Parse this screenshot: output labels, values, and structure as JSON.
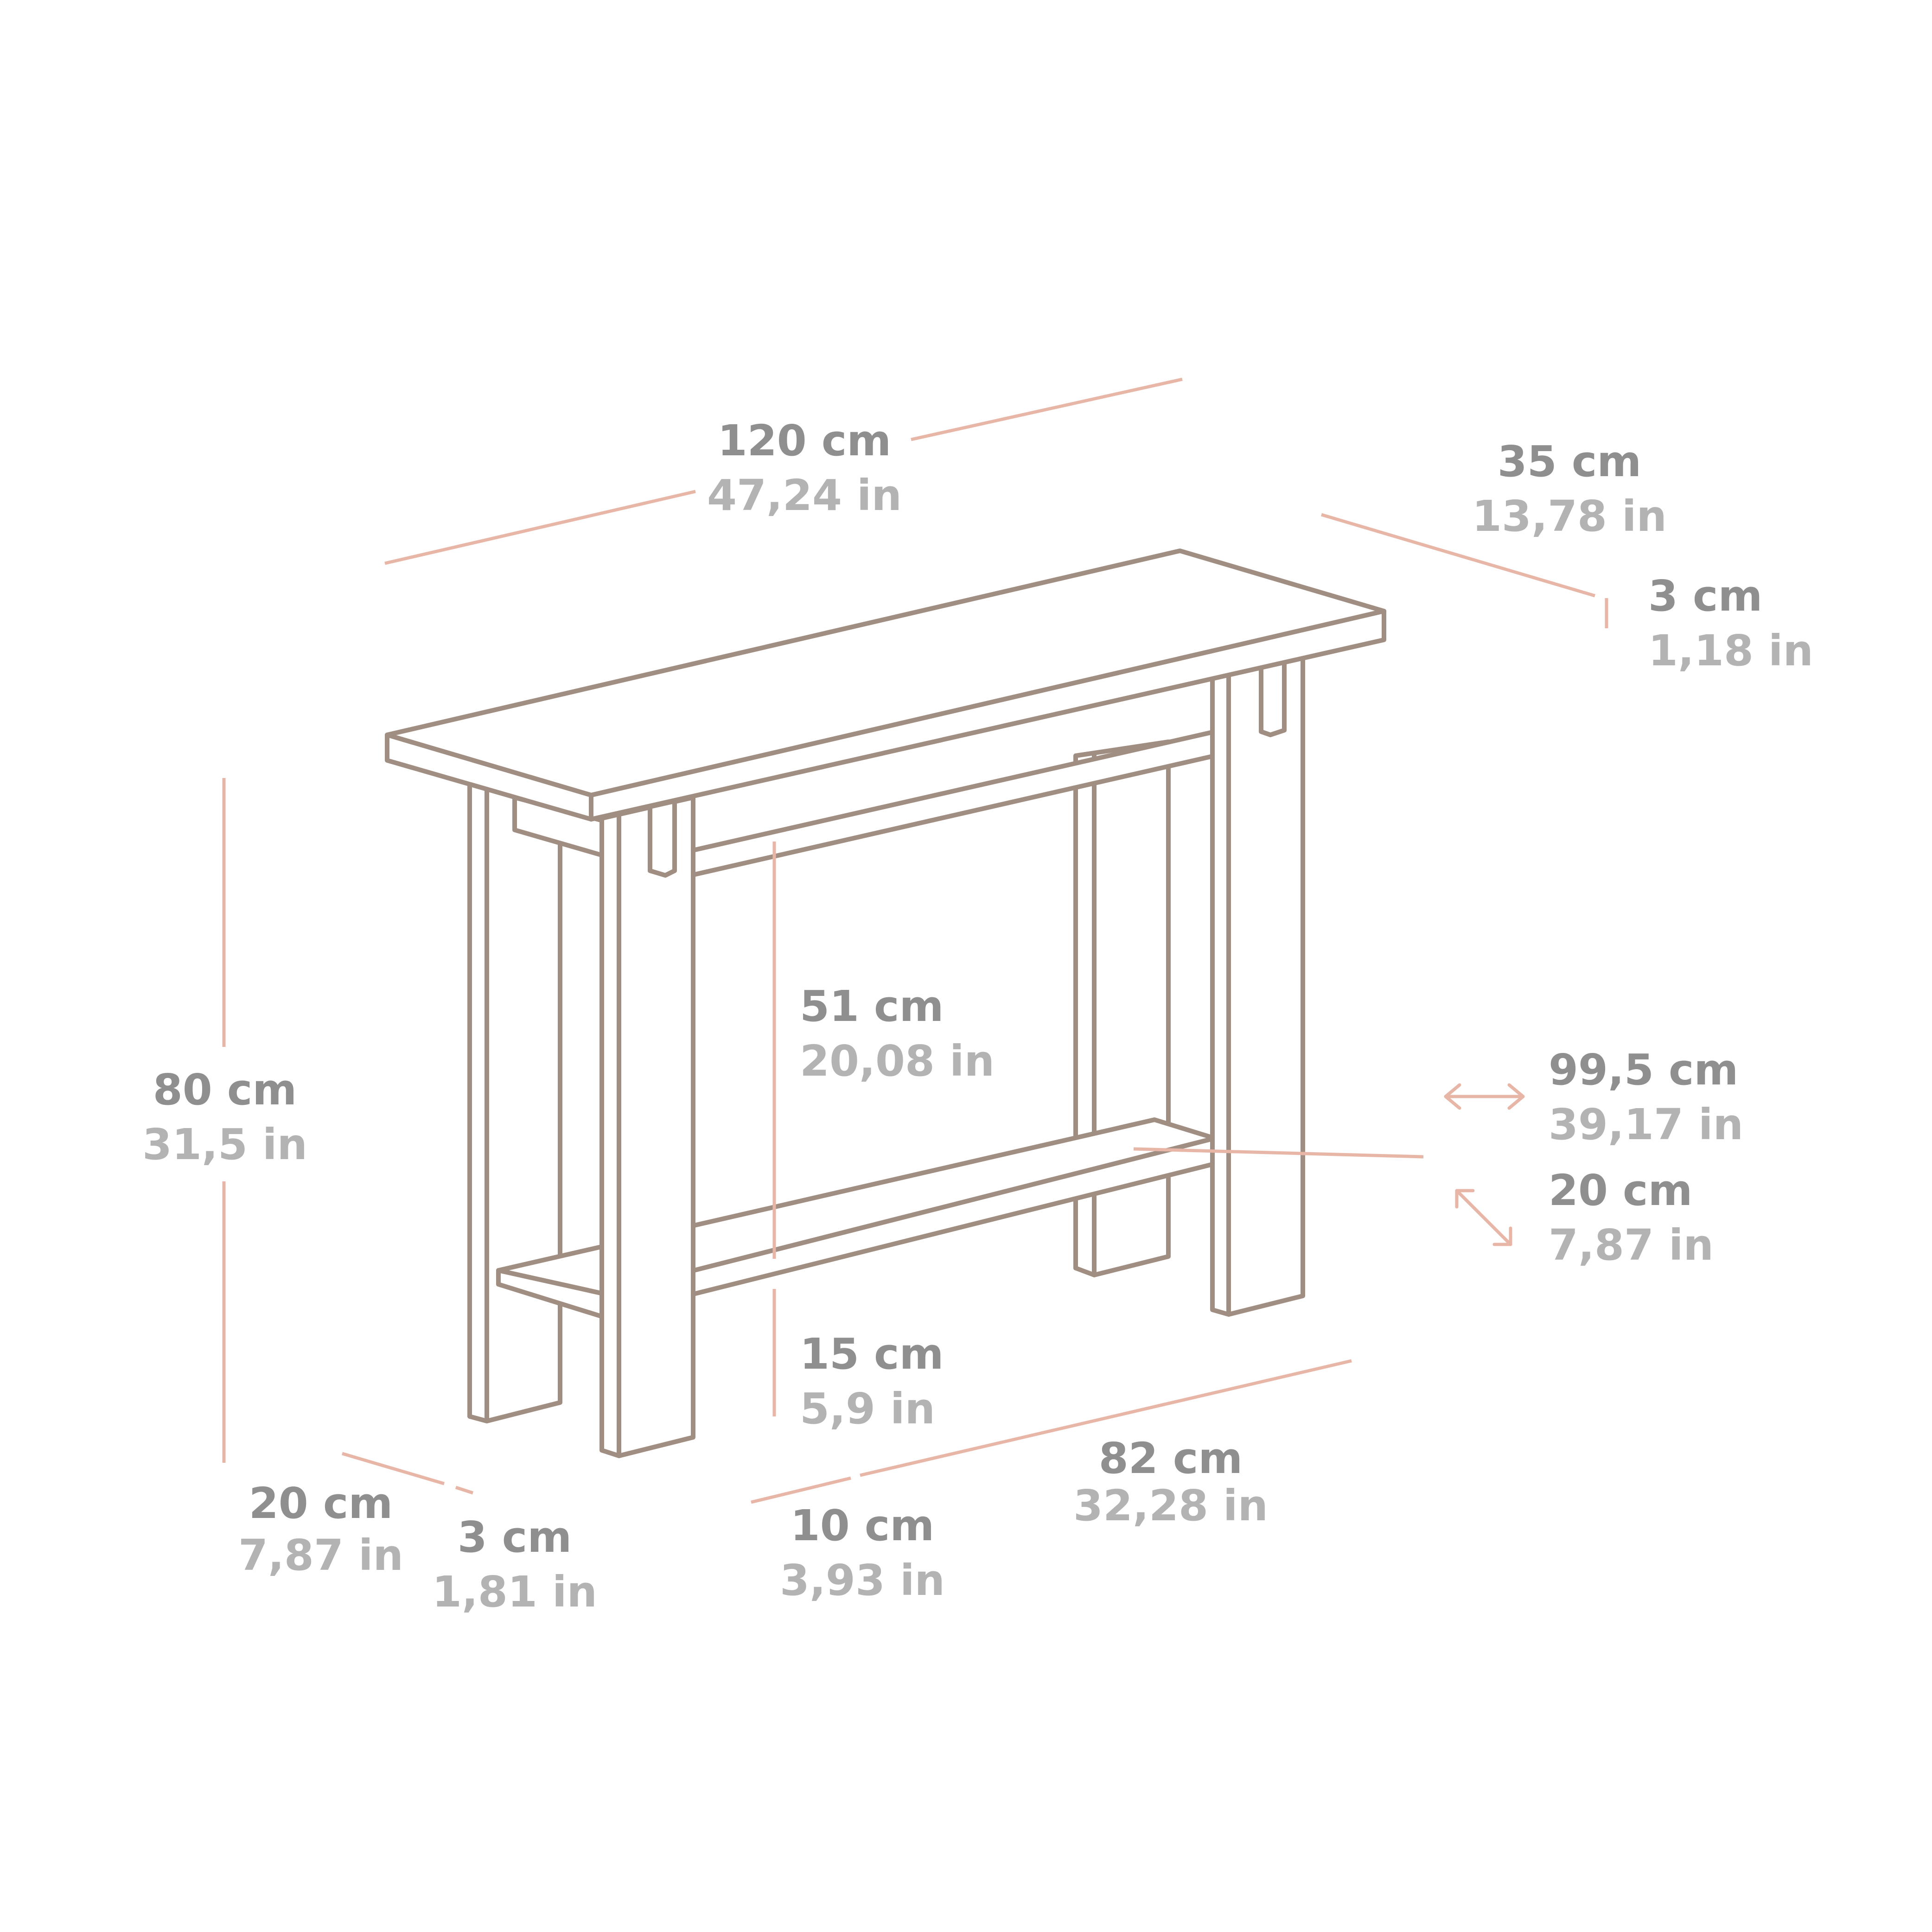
{
  "colors": {
    "outline": "#a08e82",
    "dimension_line": "#e8b6a6",
    "metric_text": "#8f8f8f",
    "imperial_text": "#b3b3b3",
    "background": "#ffffff"
  },
  "dimensions": {
    "width": {
      "cm": "120 cm",
      "in": "47,24 in"
    },
    "depth": {
      "cm": "35 cm",
      "in": "13,78 in"
    },
    "top_thickness": {
      "cm": "3 cm",
      "in": "1,18 in"
    },
    "height": {
      "cm": "80 cm",
      "in": "31,5 in"
    },
    "shelf_gap": {
      "cm": "51 cm",
      "in": "20,08 in"
    },
    "shelf_width": {
      "cm": "99,5 cm",
      "in": "39,17 in"
    },
    "shelf_depth": {
      "cm": "20 cm",
      "in": "7,87 in"
    },
    "shelf_height": {
      "cm": "15 cm",
      "in": "5,9 in"
    },
    "leg_span": {
      "cm": "82 cm",
      "in": "32,28 in"
    },
    "leg_depth": {
      "cm": "20 cm",
      "in": "7,87 in"
    },
    "leg_thickness": {
      "cm": "3 cm",
      "in": "1,81 in"
    },
    "leg_width": {
      "cm": "10 cm",
      "in": "3,93 in"
    }
  }
}
